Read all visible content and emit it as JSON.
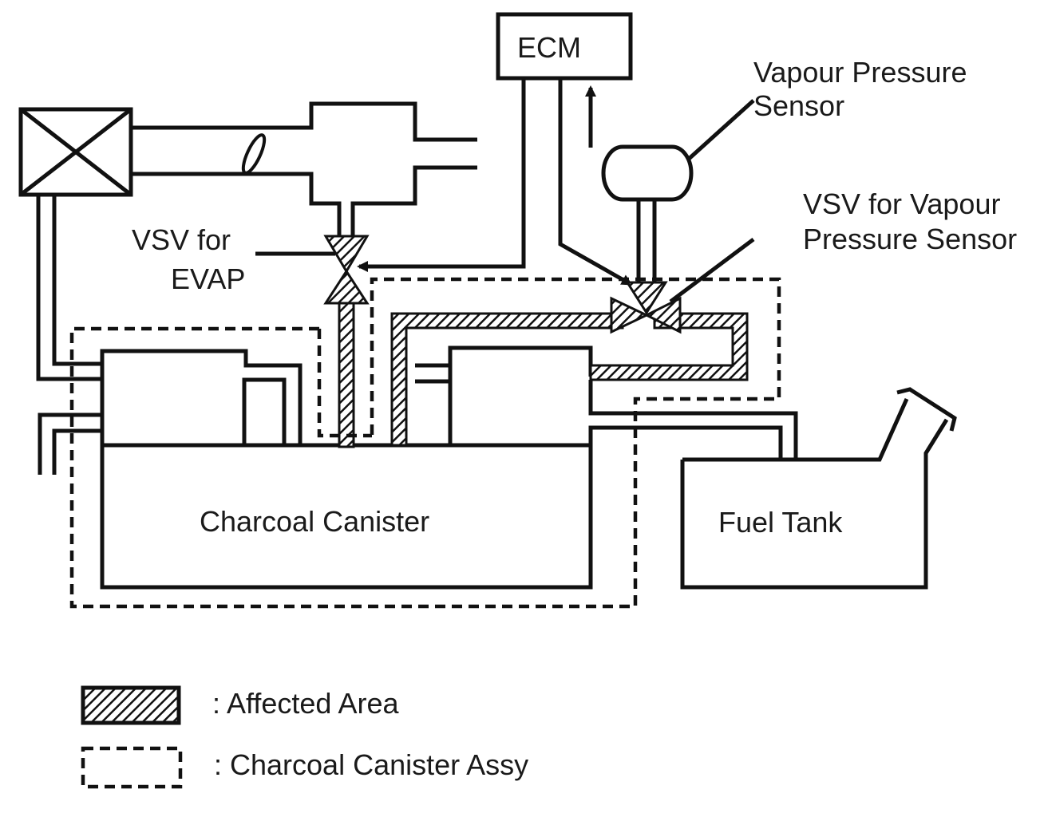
{
  "labels": {
    "ecm": "ECM",
    "vapour_sensor_line1": "Vapour Pressure",
    "vapour_sensor_line2": "Sensor",
    "vsv_vapour_line1": "VSV for Vapour",
    "vsv_vapour_line2": "Pressure Sensor",
    "vsv_evap_line1": "VSV for",
    "vsv_evap_line2": "EVAP",
    "charcoal_canister": "Charcoal Canister",
    "fuel_tank": "Fuel Tank"
  },
  "legend": {
    "affected": ": Affected Area",
    "assy": ": Charcoal Canister Assy"
  }
}
